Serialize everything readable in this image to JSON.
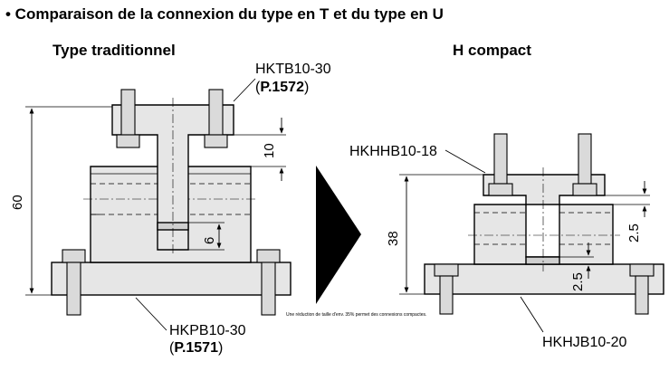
{
  "header": {
    "title": "• Comparaison de la connexion du type en T et du type en U"
  },
  "left": {
    "title": "Type traditionnel",
    "top_part": {
      "code": "HKTB10-30",
      "page_open": "(",
      "page": "P.1572",
      "page_close": ")"
    },
    "bottom_part": {
      "code": "HKPB10-30",
      "page_open": "(",
      "page": "P.1571",
      "page_close": ")"
    },
    "dims": {
      "height": "60",
      "flange": "10",
      "gap": "6"
    }
  },
  "right": {
    "title": "H compact",
    "top_part": {
      "code": "HKHHB10-18"
    },
    "bottom_part": {
      "code": "HKHJB10-20"
    },
    "dims": {
      "height": "38",
      "upper": "2.5",
      "lower": "2.5"
    }
  },
  "note": "Une réduction de taille d'env. 35% permet des connexions compactes.",
  "colors": {
    "part_fill": "#e6e6e6",
    "line": "#000000",
    "background": "#ffffff"
  }
}
